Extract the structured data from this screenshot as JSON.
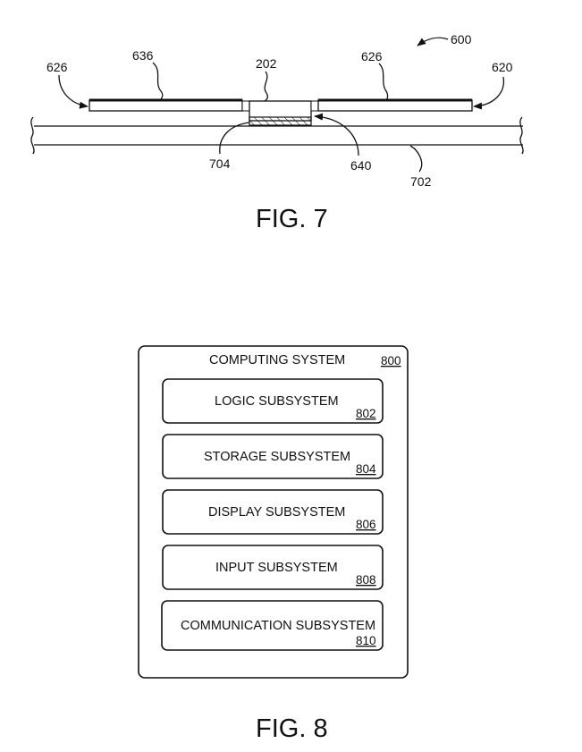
{
  "fig7": {
    "caption": "FIG. 7",
    "labels": {
      "assembly": "600",
      "left_element": "626",
      "left_layer": "636",
      "center_component": "202",
      "right_layer": "626",
      "right_element": "620",
      "adhesive": "704",
      "gap": "640",
      "substrate": "702"
    }
  },
  "fig8": {
    "caption": "FIG. 8",
    "system": {
      "title": "COMPUTING SYSTEM",
      "ref": "800"
    },
    "subsystems": [
      {
        "label": "LOGIC SUBSYSTEM",
        "ref": "802"
      },
      {
        "label": "STORAGE SUBSYSTEM",
        "ref": "804"
      },
      {
        "label": "DISPLAY SUBSYSTEM",
        "ref": "806"
      },
      {
        "label": "INPUT SUBSYSTEM",
        "ref": "808"
      },
      {
        "label": "COMMUNICATION SUBSYSTEM",
        "ref": "810"
      }
    ]
  }
}
